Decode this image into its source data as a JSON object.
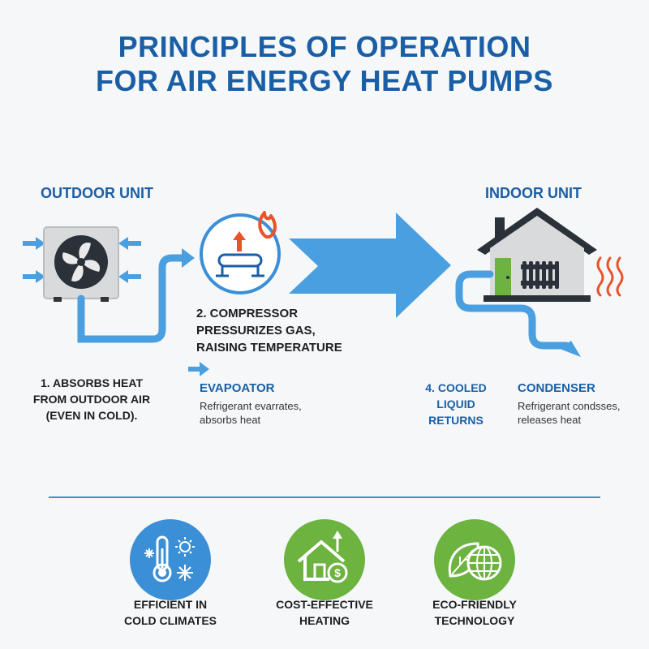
{
  "title": {
    "line1": "PRINCIPLES OF OPERATION",
    "line2": "FOR AIR ENERGY HEAT PUMPS"
  },
  "outdoor": {
    "label": "OUTDOOR UNIT",
    "step1": [
      "1. ABSORBS HEAT",
      "FROM OUTDOOR AIR",
      "(EVEN IN COLD)."
    ]
  },
  "compressor": {
    "step2": [
      "2. COMPRESSOR",
      "PRESSURIZES GAS,",
      "RAISING TEMPERATURE"
    ]
  },
  "evaporator": {
    "label": "EVAPOATOR",
    "desc": [
      "Refrigerant evarrates,",
      "absorbs heat"
    ]
  },
  "indoor": {
    "label": "INDOOR UNIT",
    "step4": [
      "4. COOLED",
      "LIQUID",
      "RETURNS"
    ]
  },
  "condenser": {
    "label": "CONDENSER",
    "desc": [
      "Refrigerant condsses,",
      "releases heat"
    ]
  },
  "features": [
    {
      "icon": "thermometer-snowflake-sun-icon",
      "label": [
        "EFFICIENT IN",
        "COLD CLIMATES"
      ],
      "color": "#3a8fd6"
    },
    {
      "icon": "house-dollar-icon",
      "label": [
        "COST-EFFECTIVE",
        "HEATING"
      ],
      "color": "#6cb33f"
    },
    {
      "icon": "leaf-globe-icon",
      "label": [
        "ECO-FRIENDLY",
        "TECHNOLOGY"
      ],
      "color": "#6cb33f"
    }
  ],
  "colors": {
    "title_blue": "#1a5fa5",
    "flow_blue": "#4a9fe0",
    "accent_orange": "#e8542a",
    "accent_green": "#6cb33f"
  }
}
